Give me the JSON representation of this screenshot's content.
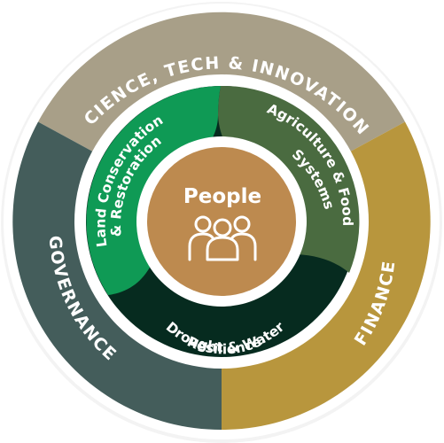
{
  "outer_ring": [
    {
      "label": "SCIENCE, TECH & INNOVATION",
      "color": "#a89f88"
    },
    {
      "label": "FINANCE",
      "color": "#b8963d"
    },
    {
      "label": "GOVERNANCE",
      "color": "#445d5b"
    }
  ],
  "inner_ring": [
    {
      "label_line1": "Land Conservation",
      "label_line2": "& Restoration",
      "color": "#0f9a55"
    },
    {
      "label_line1": "Agriculture & Food",
      "label_line2": "Systems",
      "color": "#4a6b40"
    },
    {
      "label_line1": "Drought & Water",
      "label_line2": "Resilience",
      "color": "#062b1f"
    }
  ],
  "center": {
    "title": "People",
    "color": "#bd8a4f",
    "icon": "people-group-icon"
  }
}
